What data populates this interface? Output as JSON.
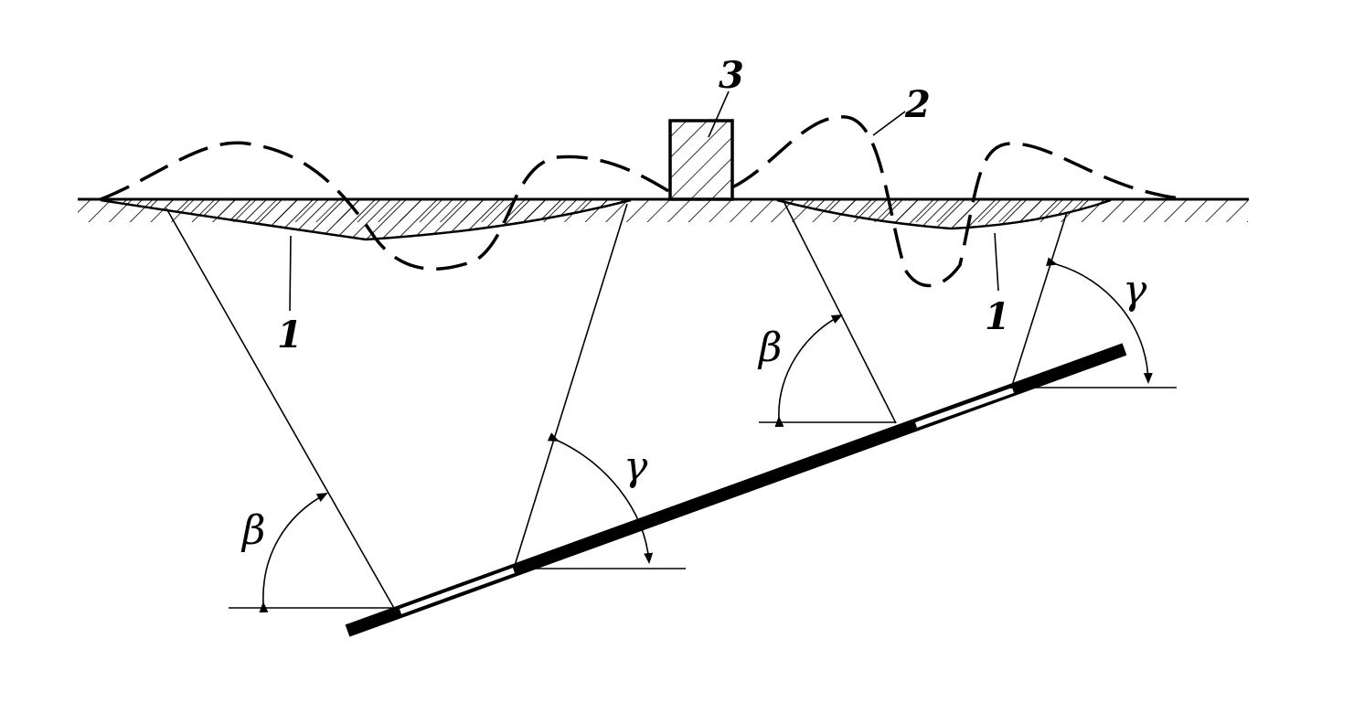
{
  "labels": {
    "subsidence_trough": "1",
    "ground_wave": "2",
    "structure": "3",
    "draw_angle": "β",
    "break_angle": "γ"
  },
  "colors": {
    "ink": "#000000",
    "background": "#ffffff"
  }
}
